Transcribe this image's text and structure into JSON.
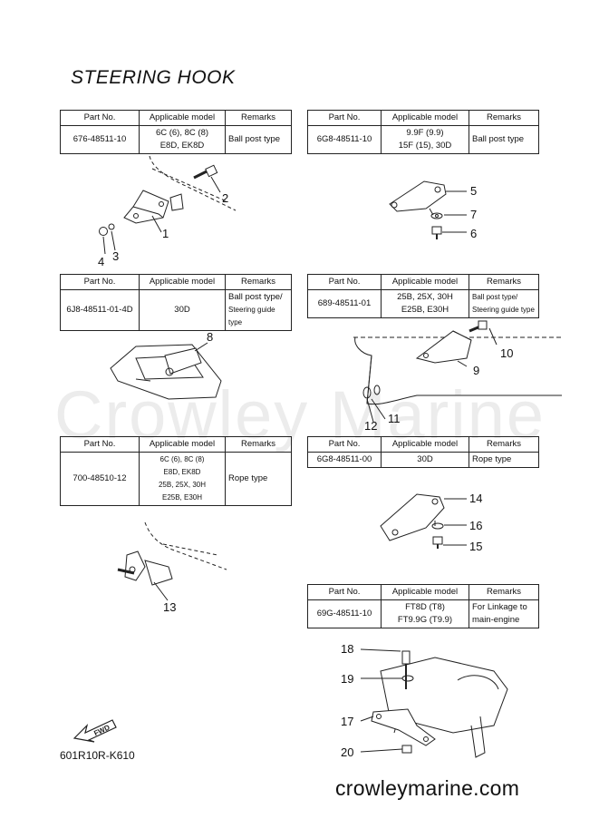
{
  "title": "STEERING HOOK",
  "watermark": "Crowley Marine",
  "headers": {
    "part": "Part No.",
    "model": "Applicable model",
    "remarks": "Remarks"
  },
  "tables": [
    {
      "part": "676-48511-10",
      "model": [
        "6C (6), 8C (8)",
        "E8D, EK8D"
      ],
      "remarks": [
        "Ball post type"
      ]
    },
    {
      "part": "6G8-48511-10",
      "model": [
        "9.9F (9.9)",
        "15F (15), 30D"
      ],
      "remarks": [
        "Ball post type"
      ]
    },
    {
      "part": "6J8-48511-01-4D",
      "model": [
        "30D"
      ],
      "remarks": [
        "Ball post type/",
        "Steering guide type"
      ]
    },
    {
      "part": "689-48511-01",
      "model": [
        "25B, 25X, 30H",
        "E25B, E30H"
      ],
      "remarks": [
        "Ball post type/",
        "Steering guide type"
      ]
    },
    {
      "part": "700-48510-12",
      "model": [
        "6C (6), 8C (8)",
        "E8D, EK8D",
        "25B, 25X, 30H",
        "E25B, E30H"
      ],
      "remarks": [
        "Rope type"
      ]
    },
    {
      "part": "6G8-48511-00",
      "model": [
        "30D"
      ],
      "remarks": [
        "Rope type"
      ]
    },
    {
      "part": "69G-48511-10",
      "model": [
        "FT8D (T8)",
        "FT9.9G (T9.9)"
      ],
      "remarks": [
        "For Linkage to",
        "main-engine"
      ]
    }
  ],
  "callouts": [
    "1",
    "2",
    "3",
    "4",
    "5",
    "6",
    "7",
    "8",
    "9",
    "10",
    "11",
    "12",
    "13",
    "14",
    "15",
    "16",
    "17",
    "18",
    "19",
    "20"
  ],
  "fwd_label": "FWD",
  "diagram_code": "601R10R-K610",
  "website": "crowleymarine.com"
}
